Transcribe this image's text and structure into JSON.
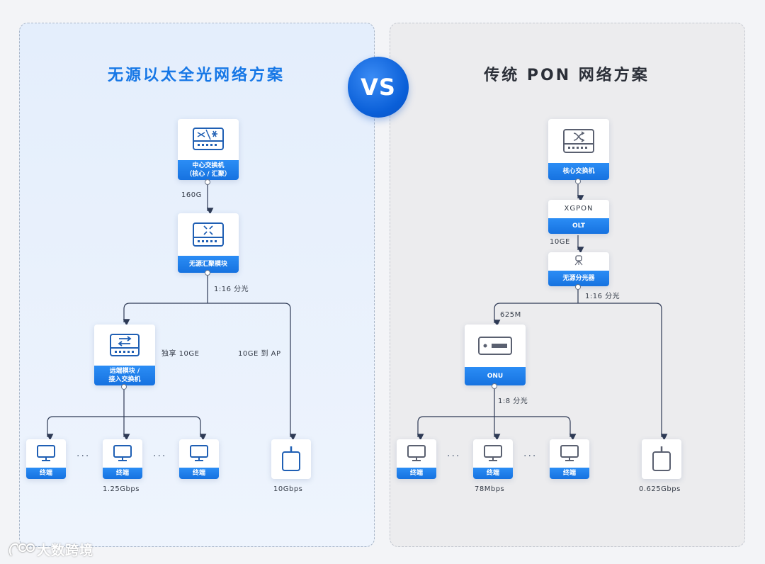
{
  "left": {
    "title": "无源以太全光网络方案",
    "core_switch": {
      "label_line1": "中心交换机",
      "label_line2": "（核心 / 汇聚）"
    },
    "agg_module": {
      "label": "无源汇聚模块"
    },
    "remote_module": {
      "label_line1": "远端模块 /",
      "label_line2": "接入交换机"
    },
    "terminal_label": "终端",
    "link_160g": "160G",
    "split": "1:16 分光",
    "exclusive": "独享 10GE",
    "to_ap": "10GE 到 AP",
    "terminal_speed": "1.25Gbps",
    "ap_speed": "10Gbps"
  },
  "right": {
    "title": "传统 PON 网络方案",
    "core_switch": {
      "label": "核心交换机"
    },
    "olt": {
      "top": "XGPON",
      "label": "OLT"
    },
    "link_10ge": "10GE",
    "splitter": {
      "label": "无源分光器"
    },
    "split": "1:16 分光",
    "link_625m": "625M",
    "onu": {
      "label": "ONU"
    },
    "split2": "1:8 分光",
    "terminal_label": "终端",
    "terminal_speed": "78Mbps",
    "ap_speed": "0.625Gbps"
  },
  "vs": "VS",
  "ellipsis": "···",
  "watermark": "大数跨境",
  "colors": {
    "accent": "#1677e6",
    "node_label_bg": "#1672e0",
    "right_title": "#2b2f38",
    "line": "#2e3a55"
  }
}
